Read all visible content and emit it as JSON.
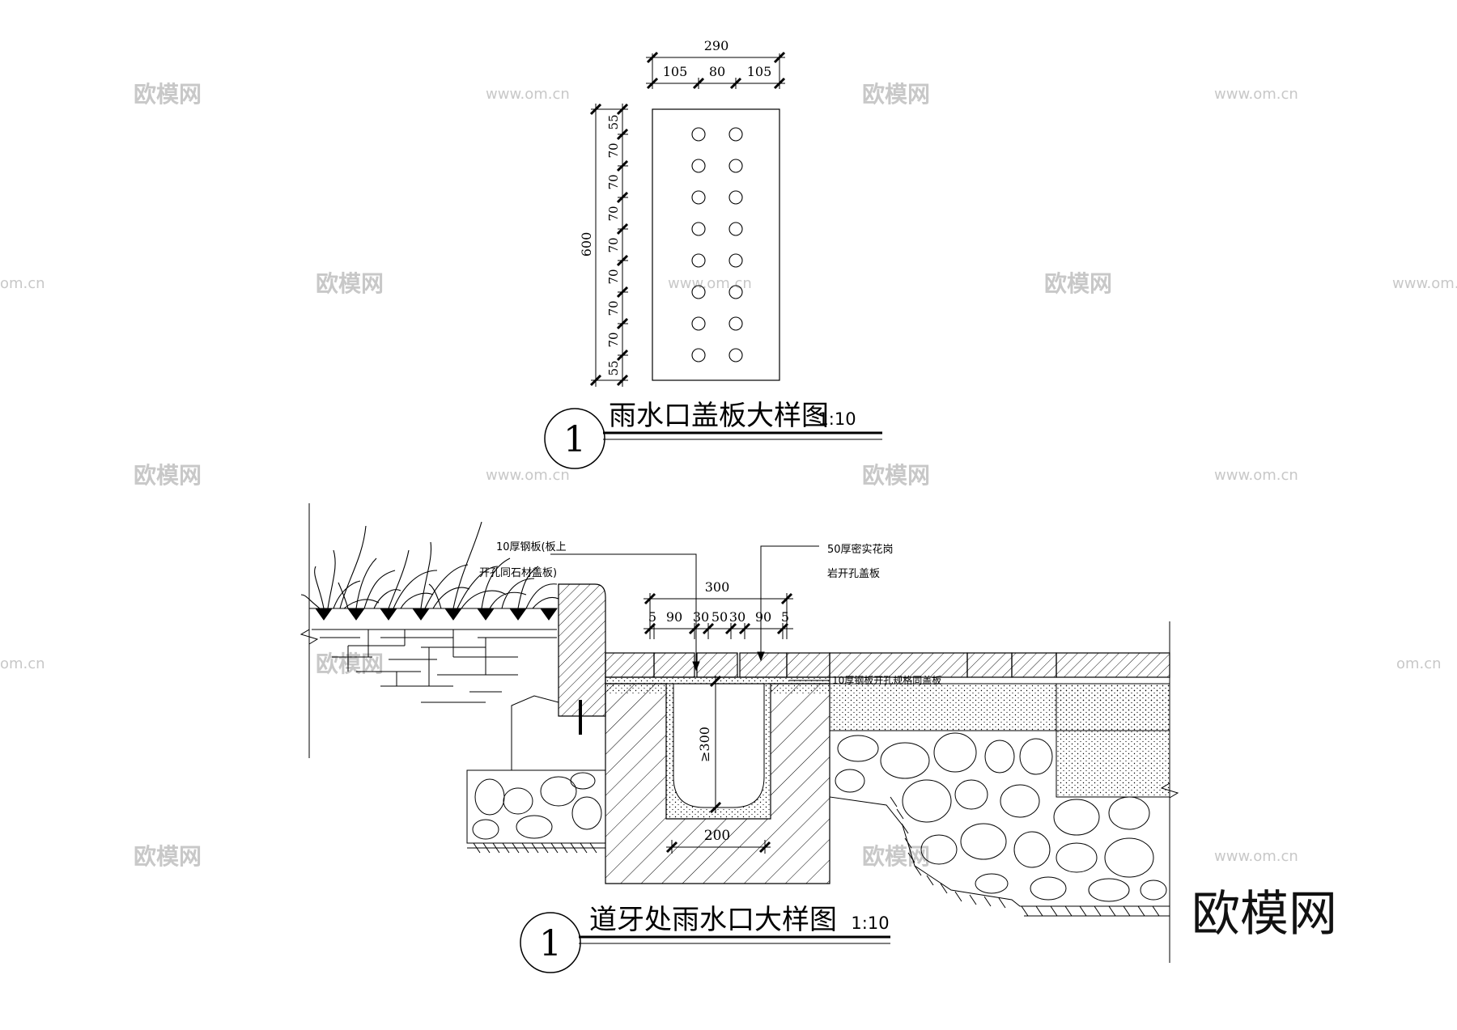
{
  "detail1": {
    "title": "雨水口盖板大样图",
    "scale": "1:10",
    "number": "1",
    "dim_total_w": "290",
    "dim_parts_w": [
      "105",
      "80",
      "105"
    ],
    "dim_total_h": "600",
    "dim_parts_h": [
      "55",
      "70",
      "70",
      "70",
      "70",
      "70",
      "70",
      "70",
      "55"
    ]
  },
  "detail2": {
    "title": "道牙处雨水口大样图",
    "scale": "1:10",
    "number": "1",
    "note_left_1": "10厚钢板(板上",
    "note_left_2": "开孔同石材盖板)",
    "note_right_1": "50厚密实花岗",
    "note_right_2": "岩开孔盖板",
    "note_plate": "10厚钢板开孔规格同盖板",
    "dim_top": "300",
    "dim_parts": [
      "5",
      "90",
      "30",
      "50",
      "30",
      "90",
      "5"
    ],
    "dim_depth": "≥300",
    "dim_bottom": "200"
  },
  "watermarks": {
    "cn": "欧模网",
    "url": "www.om.cn",
    "url_short": "om.cn"
  },
  "brand_label": "欧模网"
}
